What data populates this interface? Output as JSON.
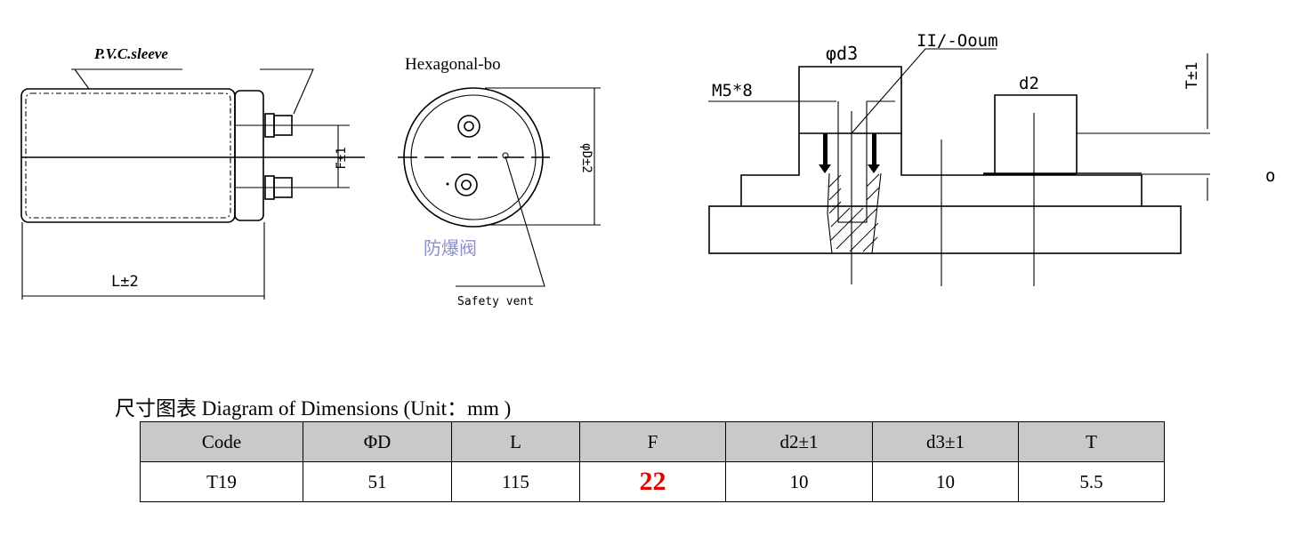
{
  "side_view": {
    "sleeve_label": "P.V.C.sleeve",
    "f_label": "F±1",
    "l_label": "L±2"
  },
  "top_view": {
    "bolt_label": "Hexagonal-bo",
    "d_label": "φD±2",
    "vent_cn_label": "防爆阀",
    "vent_label": "Safety vent"
  },
  "terminal_view": {
    "d3_label": "φd3",
    "thread_label": "M5*8",
    "depth_label": "II/-Ooum",
    "d2_label": "d2",
    "t_label": "T±1",
    "o_mark": "o"
  },
  "table": {
    "title": "尺寸图表 Diagram of Dimensions (Unit：mm )",
    "headers": [
      "Code",
      "ΦD",
      "L",
      "F",
      "d2±1",
      "d3±1",
      "T"
    ],
    "rows": [
      [
        "T19",
        "51",
        "115",
        "22",
        "10",
        "10",
        "5.5"
      ]
    ],
    "highlight_color": "#e00000"
  }
}
